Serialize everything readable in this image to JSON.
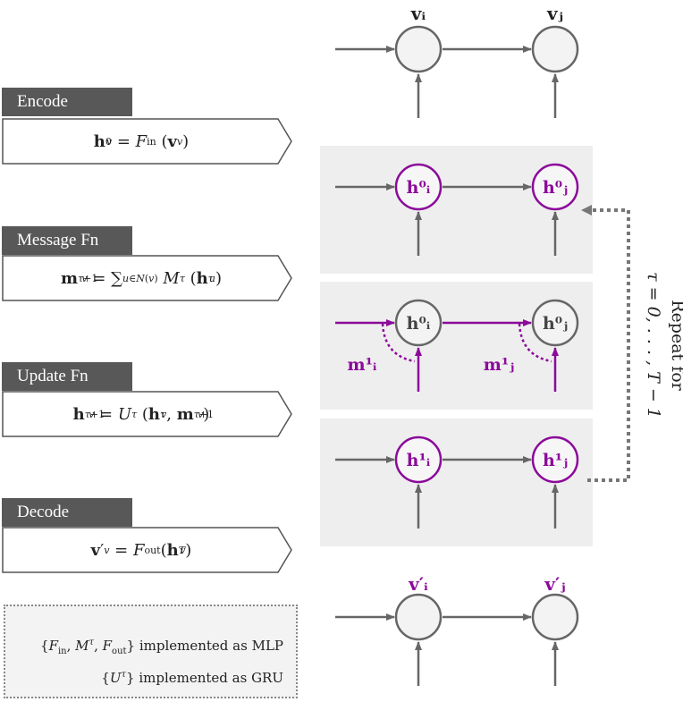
{
  "steps": [
    {
      "tab": "Encode",
      "formula": "h⁰ᵥ = F_in (vᵥ)"
    },
    {
      "tab": "Message Fn",
      "formula": "mᵥ^(τ+1) = Σ_{u∈N(v)} M^τ (h^τ_u)"
    },
    {
      "tab": "Update Fn",
      "formula": "hᵥ^(τ+1) = U^τ (h^τ_v, m_v^(τ+1))"
    },
    {
      "tab": "Decode",
      "formula": "v′ᵥ = F_out (h^T_v)"
    }
  ],
  "note": {
    "line1": "{F_in, M^τ, F_out} implemented as MLP",
    "line2": "{U^τ} implemented as GRU"
  },
  "graph": {
    "input_labels": [
      "vᵢ",
      "vⱼ"
    ],
    "hidden0_labels": [
      "h⁰ᵢ",
      "h⁰ⱼ"
    ],
    "message_labels": [
      "m¹ᵢ",
      "m¹ⱼ"
    ],
    "hidden1_labels": [
      "h¹ᵢ",
      "h¹ⱼ"
    ],
    "output_labels": [
      "v′ᵢ",
      "v′ⱼ"
    ],
    "repeat_text": [
      "Repeat for",
      "τ = 0, . . . , T − 1"
    ]
  },
  "colors": {
    "accent": "#8b0a9a",
    "node_stroke": "#666666",
    "tab_fill": "#585858",
    "panel_fill": "#eeeeee"
  }
}
